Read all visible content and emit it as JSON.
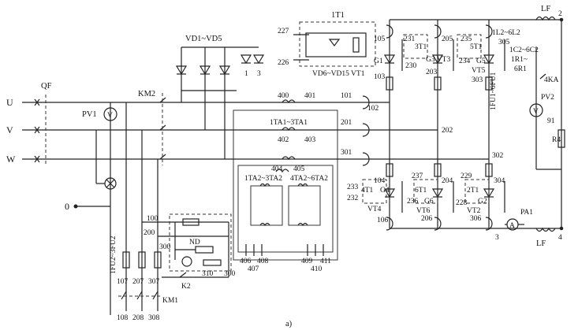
{
  "caption": "a)",
  "phases": {
    "u": "U",
    "v": "V",
    "w": "W",
    "zero": "0"
  },
  "labels": {
    "qf": "QF",
    "pv1": "PV1",
    "v1": "V",
    "km2": "KM2",
    "vd1_vd5": "VD1~VD5",
    "n1": "1",
    "n3": "3",
    "t1": "1T1",
    "n227": "227",
    "n226": "226",
    "vd6": "VD6~VD15 VT1",
    "n105": "105",
    "g1": "G1",
    "n103": "103",
    "n231": "231",
    "n3t1": "3T1",
    "n230": "230",
    "g3vt3": "G3 VT3",
    "n205": "205",
    "n235": "235",
    "n5t1": "5T1",
    "n234": "234",
    "g5": "G5",
    "vt5": "VT5",
    "n203": "203",
    "n303": "303",
    "l1l6": "1L2~6L2",
    "n305": "305",
    "c1c6": "1C2~6C2",
    "r1": "1R1~",
    "r6": "6R1",
    "lf1": "LF",
    "n2": "2",
    "ka4": "4KA",
    "pv2": "PV2",
    "v2": "V",
    "n91": "91",
    "r4": "R4",
    "n400": "400",
    "n401": "401",
    "ta1": "1TA1~3TA1",
    "n402": "402",
    "n403": "403",
    "n101": "101",
    "n102": "102",
    "n201": "201",
    "n202": "202",
    "n301": "301",
    "n302": "302",
    "fu1": "1FU1~6FU1",
    "n404": "404",
    "n405": "405",
    "ta2a": "1TA2~3TA2",
    "ta2b": "4TA2~6TA2",
    "n104": "104",
    "n237": "237",
    "n6t1": "6T1",
    "n236": "236",
    "g6": "G6",
    "vt6": "VT6",
    "n206": "206",
    "n204": "204",
    "n229": "229",
    "n2t1": "2T1",
    "n228": "228",
    "vt2": "VT2",
    "g2": "G2",
    "n306": "306",
    "n304": "304",
    "n233": "233",
    "n4t1": "4T1",
    "n232": "232",
    "g4": "G4",
    "vt4": "VT4",
    "n106": "106",
    "pa1": "PA1",
    "a": "A",
    "n3b": "3",
    "n4": "4",
    "lf2": "LF",
    "n406": "406",
    "n407": "407",
    "n408": "408",
    "n409": "409",
    "n410": "410",
    "n411": "411",
    "n100": "100",
    "n200": "200",
    "n300": "300",
    "nd": "ND",
    "n310": "310",
    "n300b": "300",
    "k2": "K2",
    "fu2": "1FU2~3FU2",
    "n107": "107",
    "n207": "207",
    "n307": "307",
    "km1": "KM1",
    "n108": "108",
    "n208": "208",
    "n308": "308"
  }
}
